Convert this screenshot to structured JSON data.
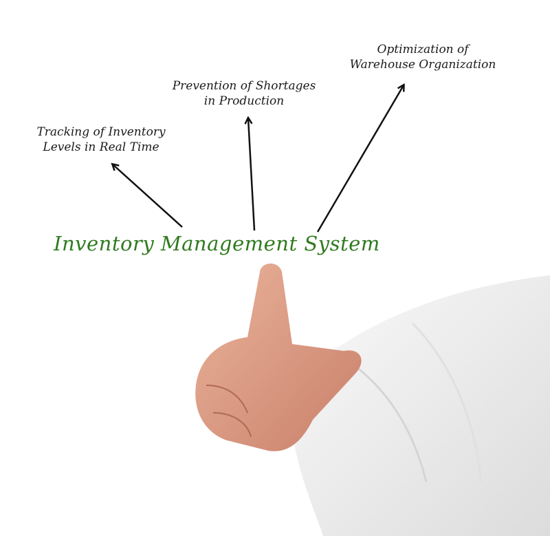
{
  "title": "Inventory Management System",
  "benefits": [
    {
      "line1": "Tracking of Inventory",
      "line2": "Levels in Real Time"
    },
    {
      "line1": "Prevention of Shortages",
      "line2": "in Production"
    },
    {
      "line1": "Optimization of",
      "line2": "Warehouse Organization"
    }
  ],
  "colors": {
    "title": "#2f7a1f",
    "text": "#1a1a1a",
    "skin": "#e2a48a",
    "sleeve": "#f3f3f3"
  }
}
